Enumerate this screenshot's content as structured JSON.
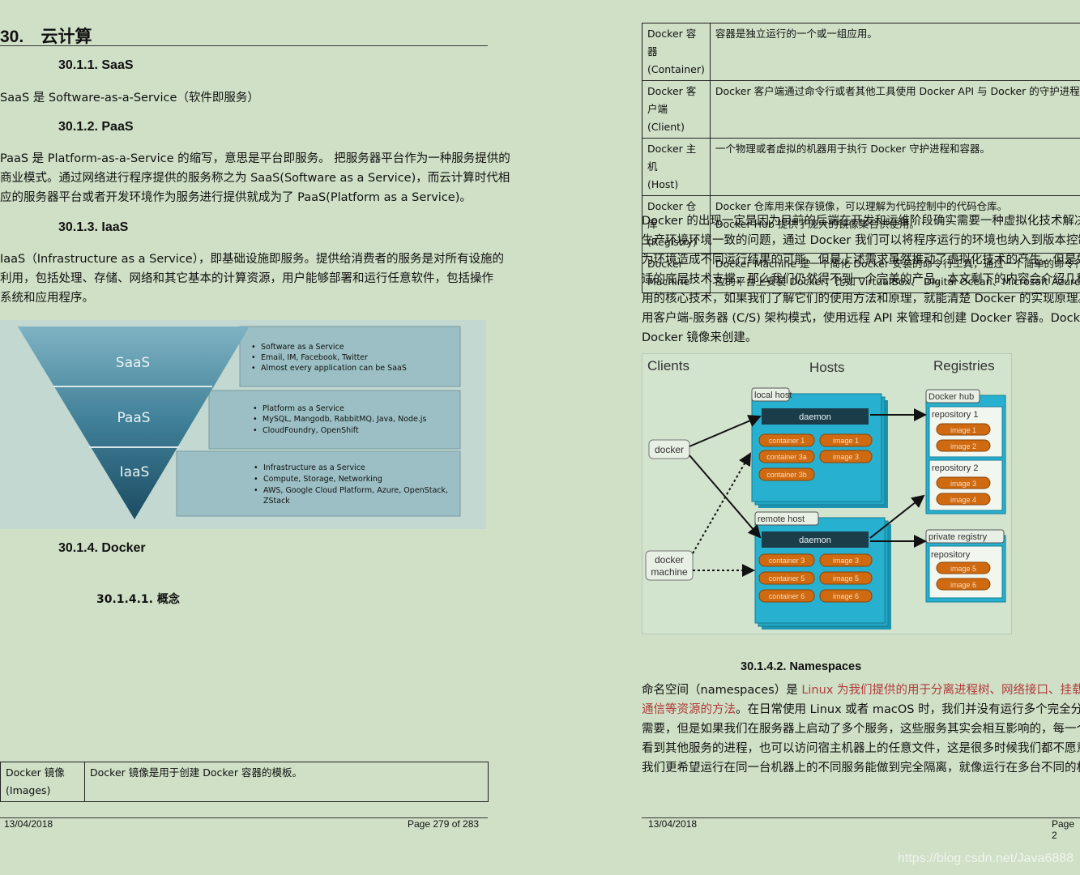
{
  "left_page": {
    "h1_num": "30.",
    "h1_title": "云计算",
    "saas": {
      "heading": "30.1.1.  SaaS",
      "text": "SaaS 是 Software-as-a-Service（软件即服务）"
    },
    "paas": {
      "heading": "30.1.2.  PaaS",
      "lines": [
        "PaaS 是 Platform-as-a-Service 的缩写，意思是平台即服务。 把服务器平台作为一种服务提供的",
        "商业模式。通过网络进行程序提供的服务称之为 SaaS(Software as a Service)，而云计算时代相",
        "应的服务器平台或者开发环境作为服务进行提供就成为了 PaaS(Platform as a Service)。"
      ]
    },
    "iaas": {
      "heading": "30.1.3.  IaaS",
      "lines": [
        "IaaS（Infrastructure as a Service），即基础设施即服务。提供给消费者的服务是对所有设施的",
        "利用，包括处理、存储、网络和其它基本的计算资源，用户能够部署和运行任意软件，包括操作",
        "系统和应用程序。"
      ]
    },
    "pyramid": {
      "levels": [
        {
          "name": "SaaS",
          "bullets": [
            "Software as a Service",
            "Email, IM, Facebook, Twitter",
            "Almost every application can be SaaS"
          ]
        },
        {
          "name": "PaaS",
          "bullets": [
            "Platform as a Service",
            "MySQL, Mangodb, RabbitMQ, Java, Node.js",
            "CloudFoundry, OpenShift"
          ]
        },
        {
          "name": "IaaS",
          "bullets": [
            "Infrastructure as a Service",
            "Compute, Storage, Networking",
            "AWS, Google Cloud Platform, Azure, OpenStack,",
            "ZStack"
          ]
        }
      ]
    },
    "docker_heading": "30.1.4.  Docker",
    "concept_heading": "30.1.4.1.  概念",
    "table_row": {
      "term": [
        "Docker 镜像",
        "(Images)"
      ],
      "desc": "Docker 镜像是用于创建 Docker 容器的模板。"
    },
    "footer_date": "13/04/2018",
    "footer_page": "Page 279 of 283"
  },
  "right_page": {
    "table_rows": [
      {
        "term": [
          "Docker 容器",
          "(Container)"
        ],
        "desc": [
          "容器是独立运行的一个或一组应用。"
        ]
      },
      {
        "term": [
          "Docker 客户端",
          "(Client)"
        ],
        "desc": [
          "Docker 客户端通过命令行或者其他工具使用 Docker API 与 Docker 的守护进程"
        ]
      },
      {
        "term": [
          "Docker 主机",
          "(Host)"
        ],
        "desc": [
          "一个物理或者虚拟的机器用于执行 Docker 守护进程和容器。"
        ]
      },
      {
        "term": [
          "Docker 仓库",
          "(Registry)"
        ],
        "desc": [
          "Docker 仓库用来保存镜像，可以理解为代码控制中的代码仓库。",
          "Docker Hub 提供了庞大的镜像集合供使用。"
        ]
      },
      {
        "term": [
          "Docker",
          "Machine"
        ],
        "desc": [
          "Docker Machine 是一个简化 Docker 安装的命令行工具，通过一个简单的命令行",
          "应的平台上安装 Docker，比如 VirtualBox、 Digital Ocean、Microsoft Azure。"
        ]
      }
    ],
    "intro_lines": [
      "Docker 的出现一定是因为目前的后端在开发和运维阶段确实需要一种虚拟化技术解决开",
      "生产环境环境一致的问题，通过 Docker 我们可以将程序运行的环境也纳入到版本控制中",
      "为环境造成不同运行结果的可能。但是上述需求虽然推动了虚拟化技术的产生，但是如",
      "适的底层技术支撑，那么我们仍然得不到一个完美的产品。本文剩下的内容会介绍几种 D",
      "用的核心技术，如果我们了解它们的使用方法和原理，就能清楚 Docker 的实现原理。D",
      "用客户端-服务器 (C/S) 架构模式，使用远程 API 来管理和创建 Docker 容器。Docker",
      "Docker 镜像来创建。"
    ],
    "diagram": {
      "col_clients": "Clients",
      "col_hosts": "Hosts",
      "col_registries": "Registries",
      "docker_client": "docker",
      "docker_machine": [
        "docker",
        "machine"
      ],
      "local_host": "local host",
      "remote_host": "remote host",
      "daemon": "daemon",
      "local_containers": [
        "container 1",
        "container 3a",
        "container 3b"
      ],
      "local_images": [
        "image 1",
        "image 3"
      ],
      "remote_containers": [
        "container 3",
        "container 5",
        "container 6"
      ],
      "remote_images": [
        "image 3",
        "image 5",
        "image 6"
      ],
      "docker_hub": "Docker hub",
      "repo1": "repository 1",
      "repo1_images": [
        "image 1",
        "image 2"
      ],
      "repo2": "repository 2",
      "repo2_images": [
        "image 3",
        "image 4"
      ],
      "private_registry": "private registry",
      "repo_private": "repository",
      "repo_private_images": [
        "image 5",
        "image 6"
      ]
    },
    "ns_heading": "30.1.4.2.  Namespaces",
    "ns_line1_a": "命名空间（namespaces）是 ",
    "ns_line1_b": "Linux 为我们提供的用于分离进程树、网络接口、挂载点以",
    "ns_line2_a": "通信等资源的方法",
    "ns_line2_b": "。在日常使用 Linux 或者 macOS 时，我们并没有运行多个完全分离的",
    "ns_lines_rest": [
      "需要，但是如果我们在服务器上启动了多个服务，这些服务其实会相互影响的，每一个",
      "看到其他服务的进程，也可以访问宿主机器上的任意文件，这是很多时候我们都不愿意",
      "我们更希望运行在同一台机器上的不同服务能做到完全隔离，就像运行在多台不同的机"
    ],
    "footer_date": "13/04/2018",
    "footer_page": "Page 2"
  },
  "watermark": "https://blog.csdn.net/Java6888",
  "colors": {
    "background": "#cfe0c6",
    "teal": "#26a3c0",
    "orange": "#cf6a10",
    "link_red": "#b13a3a"
  }
}
